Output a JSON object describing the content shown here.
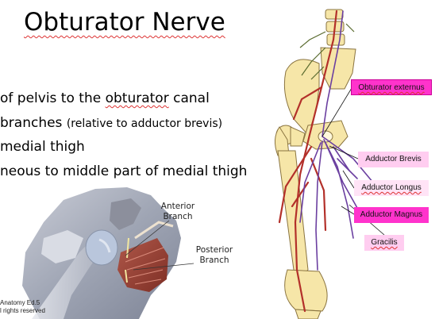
{
  "slide": {
    "title": "Obturator Nerve",
    "bullets": [
      {
        "pre": "of pelvis to the ",
        "emph": "obturator",
        "post": " canal"
      },
      {
        "main": "branches ",
        "note": "(relative to adductor brevis)"
      },
      {
        "text": "medial thigh"
      },
      {
        "text": "neous to middle part of medial thigh"
      }
    ]
  },
  "dissection": {
    "anterior_label_line1": "Anterior",
    "anterior_label_line2": "Branch",
    "posterior_label_line1": "Posterior",
    "posterior_label_line2": "Branch",
    "copyright_line1": "Anatomy Ed.5",
    "copyright_line2": "l rights reserved"
  },
  "diagram": {
    "labels": [
      "Obturator externus",
      "Adductor Brevis",
      "Adductor Longus",
      "Adductor Magnus",
      "Gracilis"
    ],
    "colors": {
      "bright_pink": "#ff33cc",
      "light_pink": "#ffcdf0",
      "pale_pink": "#ffe3f6",
      "bone": "#f6e6a8",
      "nerve": "#6b3fa0",
      "artery": "#b3302a"
    }
  }
}
